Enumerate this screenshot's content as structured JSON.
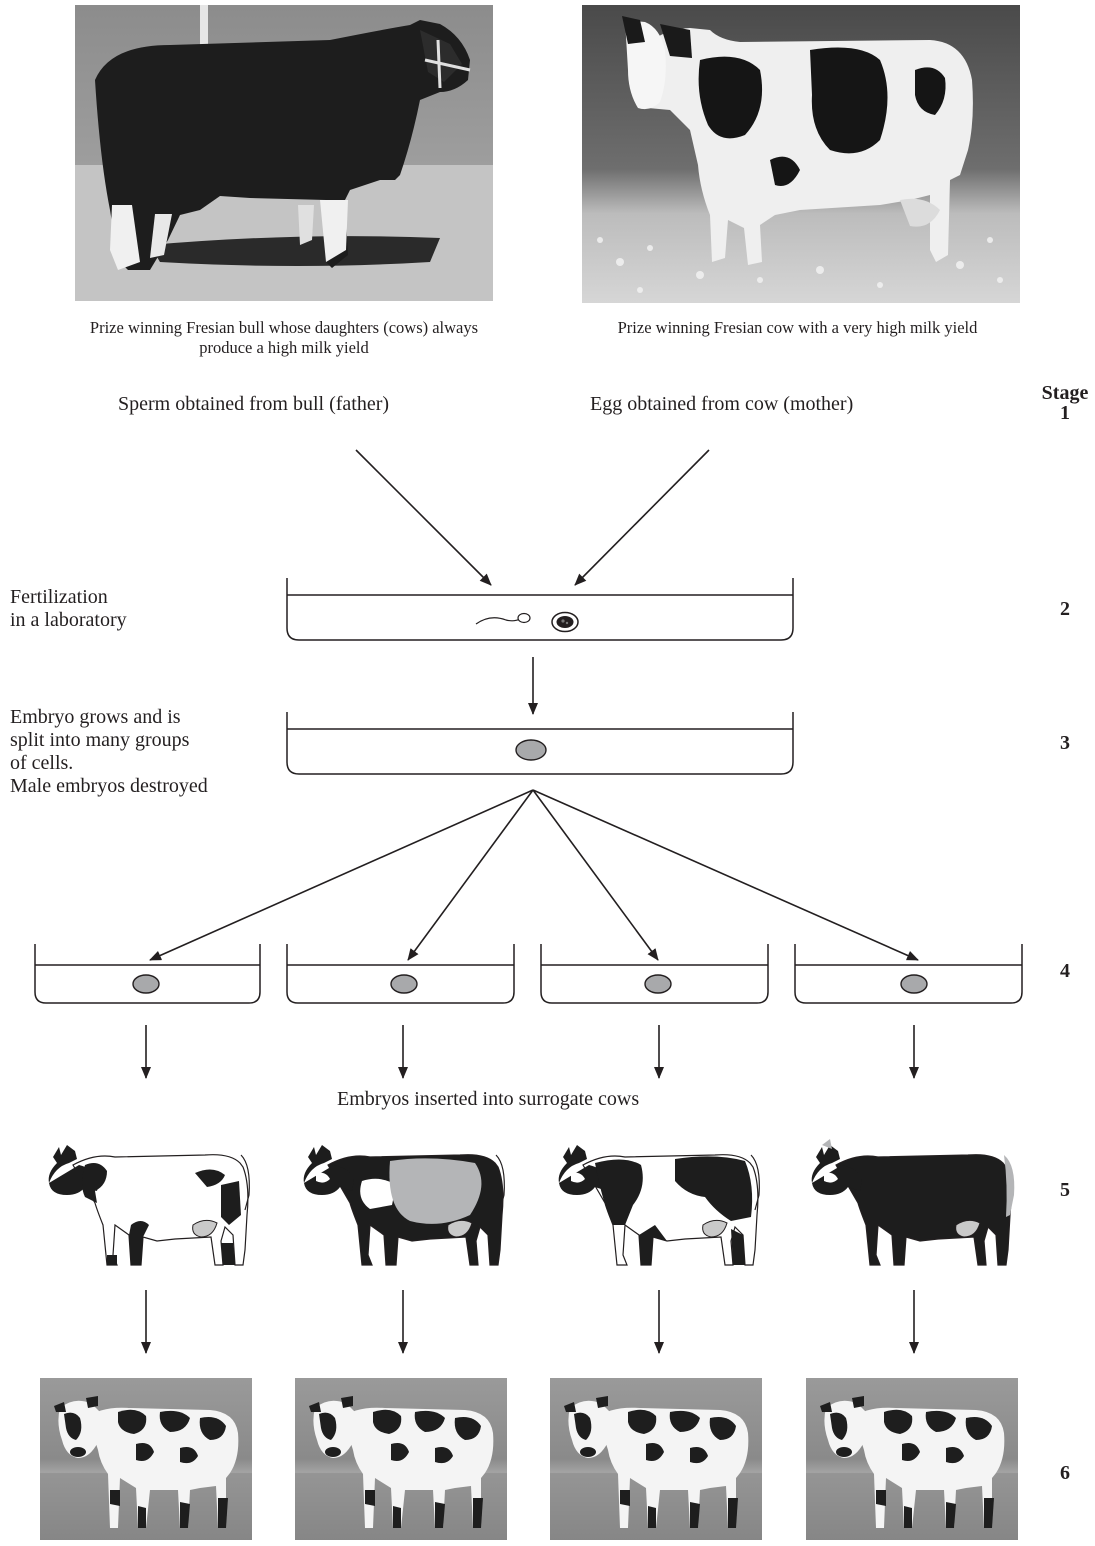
{
  "photos": {
    "bull_caption": "Prize winning Fresian bull whose daughters (cows) always produce a high milk yield",
    "cow_caption": "Prize winning Fresian cow with a very high milk yield"
  },
  "stage_heading": "Stage",
  "stages": [
    "1",
    "2",
    "3",
    "4",
    "5",
    "6"
  ],
  "labels": {
    "sperm": "Sperm obtained from bull (father)",
    "egg": "Egg obtained from cow (mother)",
    "fertilization_line1": "Fertilization",
    "fertilization_line2": "in a laboratory",
    "embryo_line1": "Embryo grows and is",
    "embryo_line2": "split into many groups",
    "embryo_line3": "of cells.",
    "embryo_line4": "Male embryos destroyed",
    "surrogates": "Embryos inserted into surrogate cows"
  },
  "colors": {
    "ink": "#231f20",
    "embryo_fill": "#a8a9ab",
    "photo_grey": "#bdbdbd",
    "patch_grey": "#b4b5b7"
  }
}
